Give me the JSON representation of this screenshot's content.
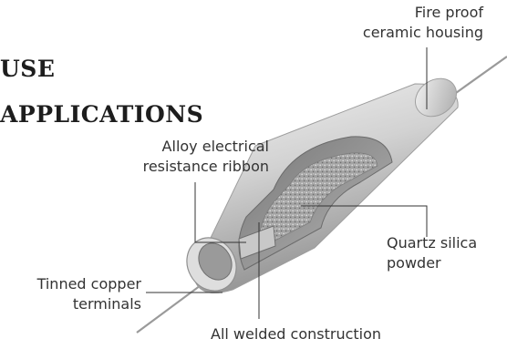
{
  "heading": {
    "line1": "USE",
    "line2": "APPLICATIONS"
  },
  "callouts": {
    "fire_proof": {
      "line1": "Fire proof",
      "line2": "ceramic housing"
    },
    "alloy": {
      "line1": "Alloy electrical",
      "line2": "resistance ribbon"
    },
    "quartz": {
      "line1": "Quartz silica",
      "line2": "powder"
    },
    "tinned": {
      "line1": "Tinned copper",
      "line2": "terminals"
    },
    "welded": {
      "line1": "All welded construction"
    }
  },
  "colors": {
    "housing_light": "#e6e6e6",
    "housing_mid": "#bdbdbd",
    "housing_dark": "#8a8a8a",
    "powder": "#9c9c9c",
    "leader_line": "#333333"
  }
}
